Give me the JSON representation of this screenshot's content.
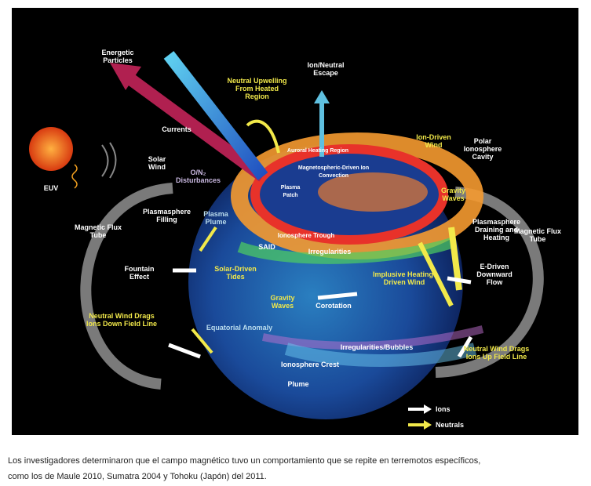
{
  "labels": {
    "energetic_particles": "Energetic Particles",
    "neutral_upwelling": "Neutral Upwelling From Heated Region",
    "ion_neutral_escape": "Ion/Neutral Escape",
    "currents": "Currents",
    "solar_wind": "Solar Wind",
    "euv": "EUV",
    "on2": "O/N₂ Disturbances",
    "auroral": "Auroral Heating Region",
    "convection": "Magnetospheric-Driven Ion Convection",
    "plasma_patch": "Plasma Patch",
    "ion_driven_wind": "Ion-Driven Wind",
    "polar_cavity": "Polar Ionosphere Cavity",
    "gravity_waves_top": "Gravity Waves",
    "plasmasphere_draining": "Plasmasphere Draining and Heating",
    "flux_tube_right": "Magnetic Flux Tube",
    "flux_tube_left": "Magnetic Flux Tube",
    "plasmasphere_filling": "Plasmasphere Filling",
    "plasma_plume": "Plasma Plume",
    "trough": "Ionosphere Trough",
    "said": "SAID",
    "irregularities": "Irregularities",
    "fountain": "Fountain Effect",
    "tides": "Solar-Driven Tides",
    "impulsive": "Implusive Heating-Driven Wind",
    "e_driven": "E-Driven Downward Flow",
    "gravity_waves_mid": "Gravity Waves",
    "corotation": "Corotation",
    "wind_down": "Neutral Wind Drags Ions Down Field Line",
    "equatorial": "Equatorial Anomaly",
    "bubbles": "Irregularities/Bubbles",
    "crest": "Ionosphere Crest",
    "wind_up": "Neutral Wind Drags Ions Up Field Line",
    "plume": "Plume"
  },
  "legend": {
    "ions": "Ions",
    "neutrals": "Neutrals",
    "ions_color": "#ffffff",
    "neutrals_color": "#f2e94a"
  },
  "caption": {
    "line1": "Los investigadores determinaron que el campo magnético tuvo un comportamiento que se repite en terremotos específicos,",
    "line2": "como los de Maule 2010, Sumatra 2004 y Tohoku (Japón) del 2011."
  }
}
